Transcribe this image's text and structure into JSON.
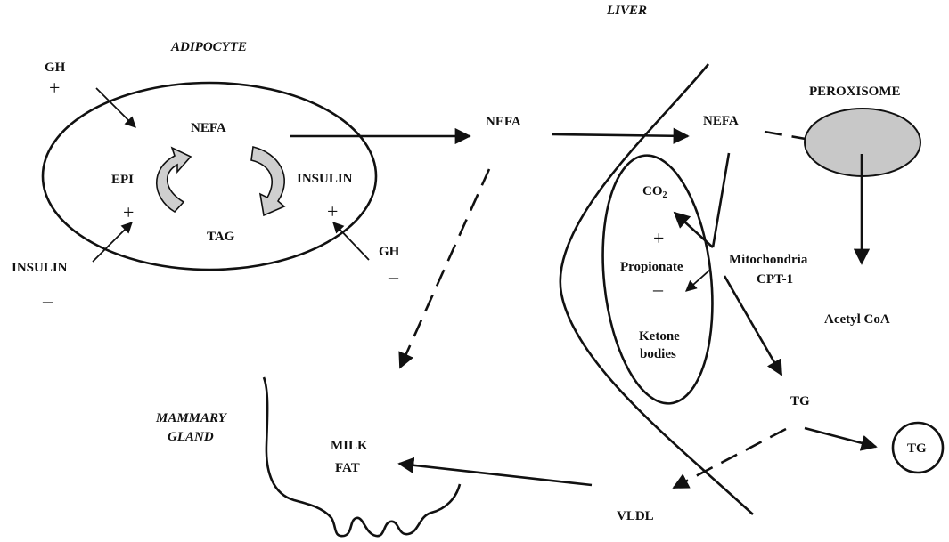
{
  "regions": {
    "adipocyte": "ADIPOCYTE",
    "liver": "LIVER",
    "mammary_line1": "MAMMARY",
    "mammary_line2": "GLAND"
  },
  "labels": {
    "gh_top": "GH",
    "gh_right": "GH",
    "insulin_left": "INSULIN",
    "insulin_in_cell": "INSULIN",
    "epi": "EPI",
    "nefa_cell": "NEFA",
    "tag": "TAG",
    "nefa_blood": "NEFA",
    "nefa_liver": "NEFA",
    "peroxisome": "PEROXISOME",
    "co2_main": "CO",
    "co2_sub": "2",
    "propionate": "Propionate",
    "ketone_line1": "Ketone",
    "ketone_line2": "bodies",
    "mito_line1": "Mitochondria",
    "mito_line2": "CPT-1",
    "acetyl_coa": "Acetyl CoA",
    "tg": "TG",
    "tg_circle": "TG",
    "vldl": "VLDL",
    "milk_line1": "MILK",
    "milk_line2": "FAT"
  },
  "signs": {
    "gh_top": "+",
    "epi": "+",
    "insulin_left": "–",
    "insulin_cell": "+",
    "gh_right": "–",
    "propionate_plus": "+",
    "propionate_minus": "–"
  },
  "colors": {
    "ink": "#111111",
    "peroxisome_fill": "#c8c8c8",
    "cycle_arrow_fill": "#cfcfcf"
  }
}
